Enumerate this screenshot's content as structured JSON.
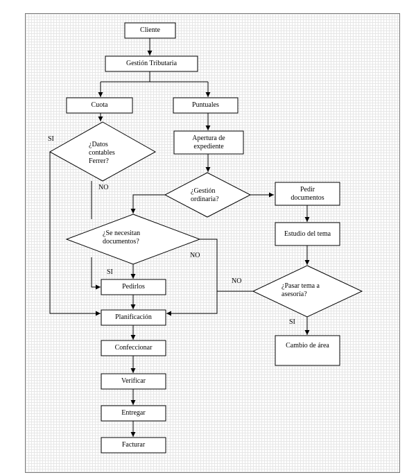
{
  "nodes": {
    "cliente": "Cliente",
    "gestion_tributaria": "Gestión Tributaria",
    "cuota": "Cuota",
    "puntuales": "Puntuales",
    "datos_contables": "¿Datos contables Ferrer?",
    "apertura": "Apertura de expediente",
    "gestion_ordinaria": "¿Gestión ordinaria?",
    "pedir_documentos": "Pedir documentos",
    "se_necesitan": "¿Se necesitan documentos?",
    "estudio_tema": "Estudio del tema",
    "pedirlos": "Pedirlos",
    "pasar_tema": "¿Pasar tema a asesoría?",
    "planificacion": "Planificación",
    "cambio_area": "Cambio de área",
    "confeccionar": "Confeccionar",
    "verificar": "Verificar",
    "entregar": "Entregar",
    "facturar": "Facturar"
  },
  "edge_labels": {
    "si_datos": "SI",
    "no_datos": "NO",
    "no_docs": "NO",
    "si_docs": "SI",
    "no_pasar": "NO",
    "si_pasar": "SI"
  }
}
